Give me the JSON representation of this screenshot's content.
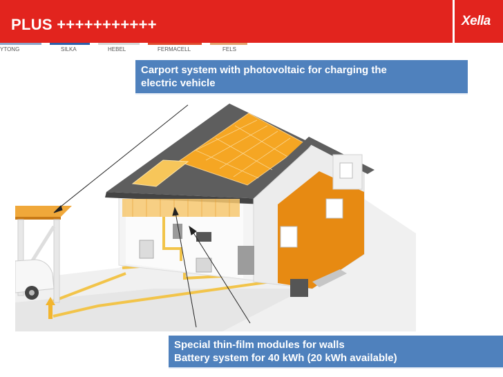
{
  "header": {
    "title": "PLUS +++++++++++",
    "logo": "Xella"
  },
  "brands": [
    "YTONG",
    "SILKA",
    "HEBEL",
    "FERMACELL",
    "FELS"
  ],
  "colors": {
    "header_red": "#e2241e",
    "caption_blue": "#4f81bd",
    "facade_orange": "#e78a12",
    "solar_yellow": "#f7c65a"
  },
  "captions": {
    "top": [
      "Carport system with photovoltaic for charging the",
      "electric vehicle"
    ],
    "bottom": [
      "Special thin-film modules for walls",
      "Battery system for 40 kWh (20 kWh available)"
    ]
  }
}
